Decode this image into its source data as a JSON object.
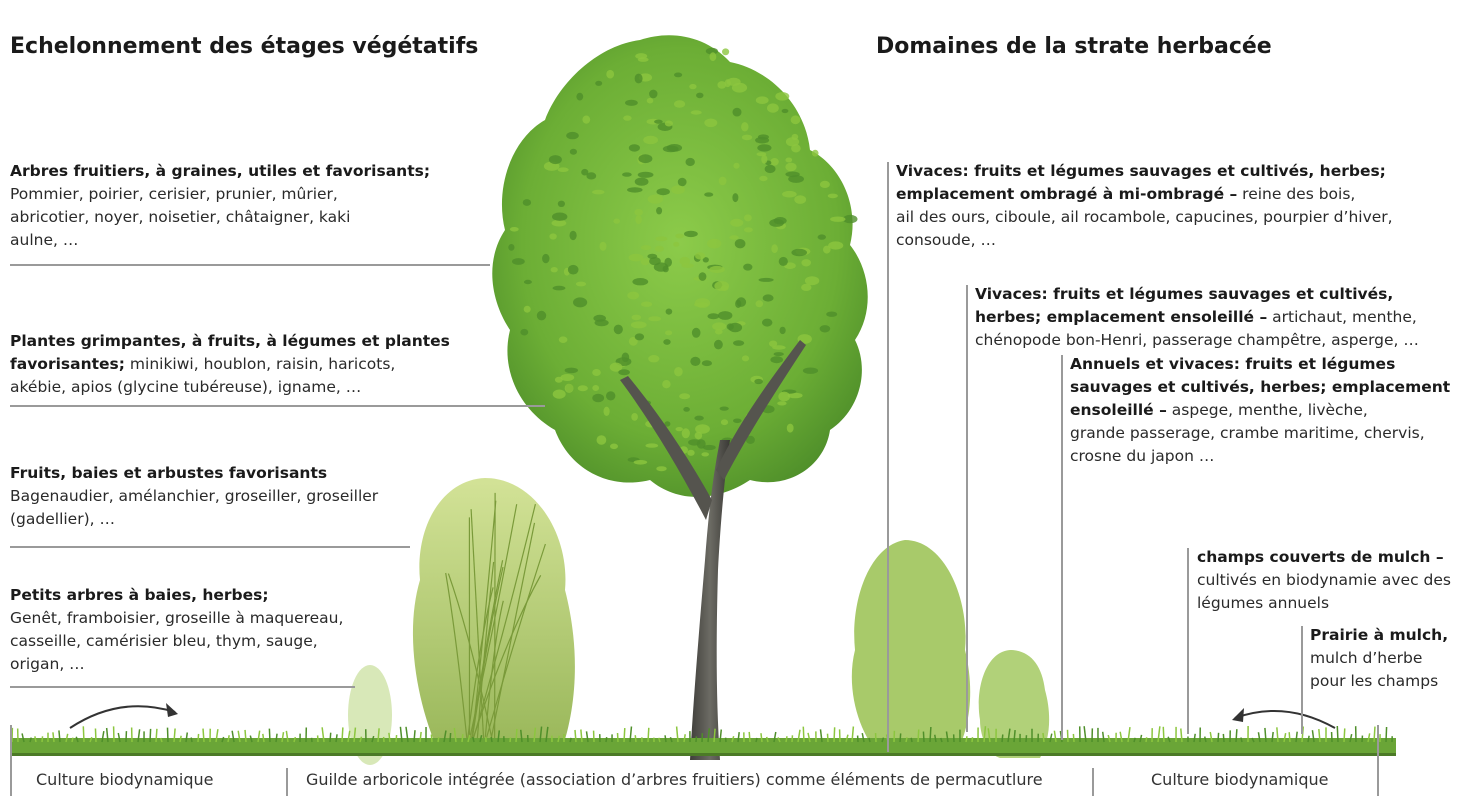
{
  "headings": {
    "left": "Echelonnement des étages végétatifs",
    "right": "Domaines de la strate herbacée"
  },
  "left_blocks": [
    {
      "title": "Arbres fruitiers, à graines, utiles et favorisants;",
      "lines": [
        "Pommier, poirier, cerisier, prunier, mûrier,",
        "abricotier, noyer, noisetier, châtaigner, kaki",
        "aulne, …"
      ]
    },
    {
      "title_line1": "Plantes grimpantes, à fruits, à légumes et plantes",
      "title_line2": "favorisantes;",
      "rest_line2": " minikiwi, houblon, raisin, haricots,",
      "lines": [
        "akébie, apios (glycine tubéreuse), igname, …"
      ]
    },
    {
      "title": "Fruits, baies et arbustes favorisants",
      "lines": [
        "Bagenaudier,  amélanchier, groseiller, groseiller",
        "(gadellier), …"
      ]
    },
    {
      "title": "Petits arbres à baies, herbes;",
      "lines": [
        "Genêt, framboisier, groseille à maquereau,",
        "casseille, camérisier bleu, thym, sauge,",
        "origan, …"
      ]
    }
  ],
  "right_blocks": [
    {
      "bold1": "Vivaces: fruits et légumes sauvages et cultivés, herbes;",
      "bold2": "emplacement ombragé à mi-ombragé –",
      "rest2": " reine des bois,",
      "lines": [
        "ail des ours, ciboule, ail rocambole, capucines, pourpier d’hiver,",
        "consoude, …"
      ]
    },
    {
      "bold1": "Vivaces: fruits et légumes sauvages et cultivés,",
      "bold2": "herbes; emplacement ensoleillé –",
      "rest2": " artichaut, menthe,",
      "lines": [
        "chénopode bon-Henri, passerage champêtre, asperge, …"
      ]
    },
    {
      "bold1": "Annuels et vivaces: fruits et légumes",
      "bold2": "sauvages et cultivés, herbes; emplacement",
      "bold3": "ensoleillé –",
      "rest3": " aspege, menthe, livèche,",
      "lines": [
        "grande passerage, crambe maritime, chervis,",
        "crosne du japon …"
      ]
    },
    {
      "bold1": "champs couverts de mulch –",
      "lines": [
        "cultivés en biodynamie avec des",
        "légumes annuels"
      ]
    },
    {
      "bold1": "Prairie à mulch,",
      "lines": [
        "mulch d’herbe",
        "pour les champs"
      ]
    }
  ],
  "bottom_labels": {
    "left": "Culture biodynamique",
    "center": "Guilde arboricole intégrée (association d’arbres fruitiers) comme éléments de permacutlure",
    "right": "Culture biodynamique"
  },
  "colors": {
    "foliage_dark": "#4f8f2a",
    "foliage_light": "#8cc63f",
    "trunk": "#5b5a55",
    "shrub": "#b8d27a",
    "ground": "#6aa537",
    "line": "#9a9a9a"
  }
}
